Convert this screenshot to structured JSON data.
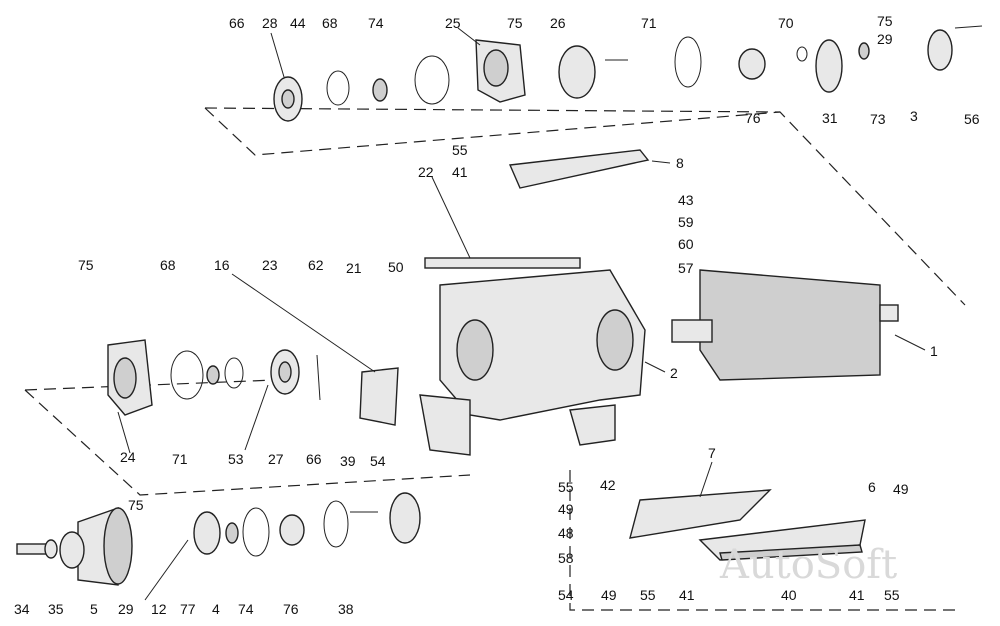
{
  "labels": {
    "l66a": "66",
    "l28": "28",
    "l44": "44",
    "l68a": "68",
    "l74a": "74",
    "l25": "25",
    "l75a": "75",
    "l26": "26",
    "l71a": "71",
    "l70": "70",
    "l75b": "75",
    "l29a": "29",
    "l76a": "76",
    "l31": "31",
    "l73": "73",
    "l3": "3",
    "l56": "56",
    "l55a": "55",
    "l41a": "41",
    "l8": "8",
    "l22": "22",
    "l43": "43",
    "l59": "59",
    "l60": "60",
    "l57": "57",
    "l75c": "75",
    "l68b": "68",
    "l16": "16",
    "l23": "23",
    "l62": "62",
    "l21": "21",
    "l50": "50",
    "l1": "1",
    "l2": "2",
    "l24": "24",
    "l71b": "71",
    "l53": "53",
    "l27": "27",
    "l66b": "66",
    "l39": "39",
    "l54a": "54",
    "l7": "7",
    "l55b": "55",
    "l42": "42",
    "l49a": "49",
    "l48": "48",
    "l58": "58",
    "l6": "6",
    "l49b": "49",
    "l75d": "75",
    "l34": "34",
    "l35": "35",
    "l5": "5",
    "l29b": "29",
    "l12": "12",
    "l77": "77",
    "l4": "4",
    "l74b": "74",
    "l76b": "76",
    "l38": "38",
    "l54b": "54",
    "l49c": "49",
    "l55c": "55",
    "l41b": "41",
    "l40": "40",
    "l41c": "41",
    "l55d": "55"
  },
  "watermark": "AutoSoft"
}
